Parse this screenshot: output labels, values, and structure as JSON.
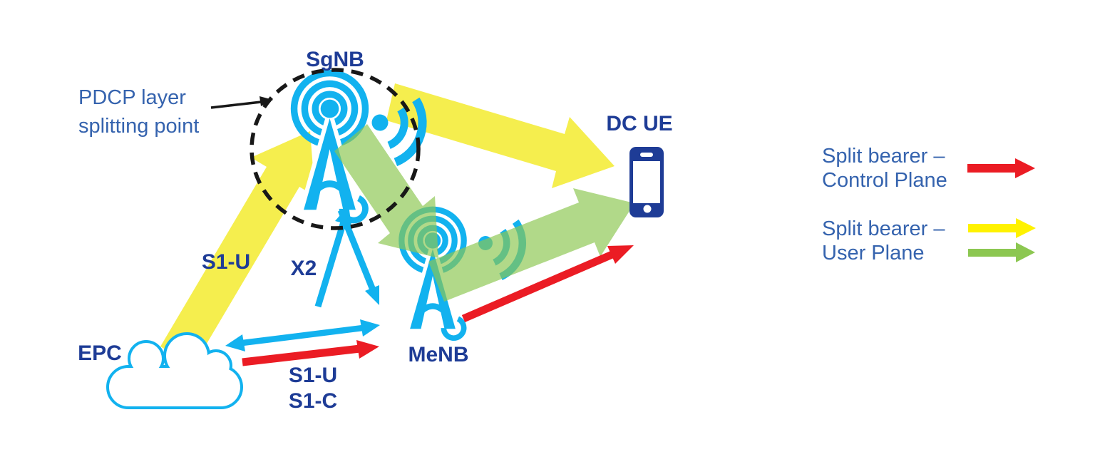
{
  "colors": {
    "cyan": "#12B2EF",
    "navy": "#1E3C96",
    "blue": "#3563AE",
    "yellow": "#F5EE4E",
    "yellow_bright": "#FFF200",
    "green": "#8CC751",
    "red": "#EB1C24",
    "black": "#181818"
  },
  "nodes": {
    "sgnb": {
      "label": "SgNB"
    },
    "menb": {
      "label": "MeNB"
    },
    "epc": {
      "label": "EPC"
    },
    "dc_ue": {
      "label": "DC UE"
    }
  },
  "edge_labels": {
    "s1u_epc_sgnb": "S1-U",
    "x2": "X2",
    "s1u_epc_menb": "S1-U",
    "s1c_epc_menb": "S1-C"
  },
  "annotation": {
    "line1": "PDCP layer",
    "line2": "splitting point"
  },
  "legend": {
    "control": {
      "line1": "Split bearer –",
      "line2": "Control Plane",
      "arrow_colors": [
        "red"
      ]
    },
    "user": {
      "line1": "Split bearer –",
      "line2": "User Plane",
      "arrow_colors": [
        "yellow",
        "green"
      ]
    }
  }
}
